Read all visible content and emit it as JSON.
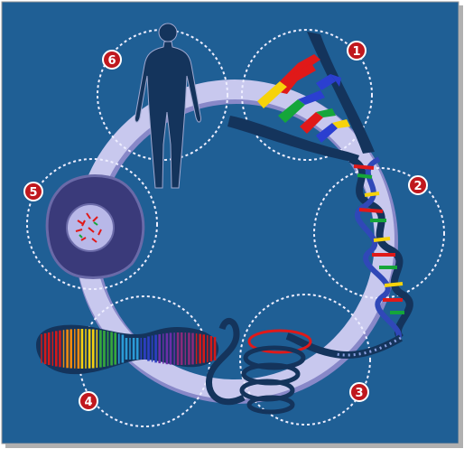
{
  "colors": {
    "background": "#1f5f95",
    "ring": "#c8c8ee",
    "ring_shadow": "#8888c8",
    "circle_outline": "#eeeeff",
    "badge": "#c0181e",
    "figure": "#14345c",
    "outer_border": "#9a9a9a"
  },
  "steps": [
    {
      "number": "1",
      "icon": "nucleotide-pair-icon"
    },
    {
      "number": "2",
      "icon": "dna-helix-icon"
    },
    {
      "number": "3",
      "icon": "chromatin-coil-icon"
    },
    {
      "number": "4",
      "icon": "chromosome-icon"
    },
    {
      "number": "5",
      "icon": "cell-nucleus-icon"
    },
    {
      "number": "6",
      "icon": "human-body-icon"
    }
  ],
  "nucleotide_colors": [
    "#e01919",
    "#f6d30a",
    "#15a63a",
    "#2b3fd0"
  ],
  "chromosome_bands": [
    "#d21a1a",
    "#f08a10",
    "#f4d010",
    "#36a83c",
    "#2b9bd6",
    "#2d3fc4",
    "#6a2fa8",
    "#8a2a7a",
    "#d21a1a"
  ]
}
